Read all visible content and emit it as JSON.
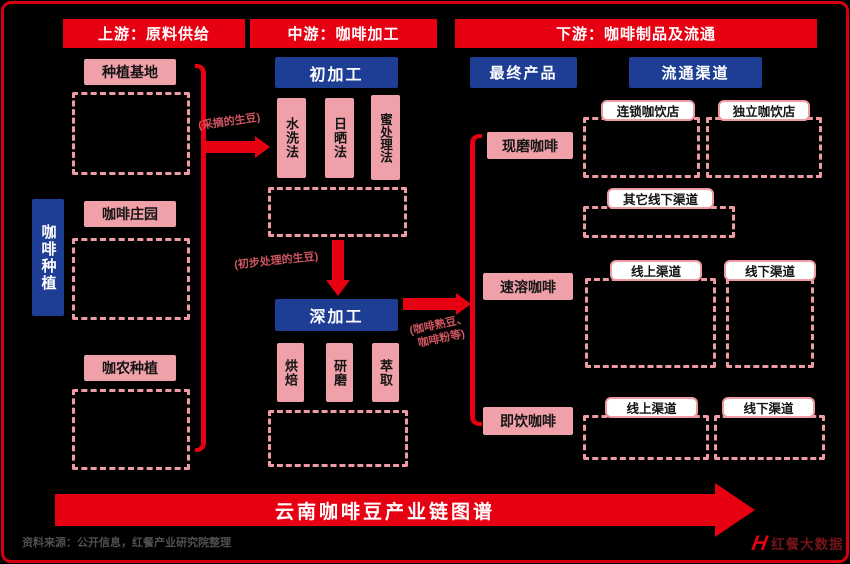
{
  "banners": {
    "upstream": "上游：原料供给",
    "midstream": "中游：咖啡加工",
    "downstream": "下游：咖啡制品及流通"
  },
  "left": {
    "side_label": "咖啡种植",
    "items": [
      "种植基地",
      "咖啡庄园",
      "咖农种植"
    ]
  },
  "middle": {
    "primary_header": "初加工",
    "primary_methods": [
      "水洗法",
      "日晒法",
      "蜜处理法"
    ],
    "note_picked": "(采摘的生豆)",
    "note_processed": "(初步处理的生豆)",
    "note_output_line1": "(咖啡熟豆、",
    "note_output_line2": "咖啡粉等)",
    "deep_header": "深加工",
    "deep_methods": [
      "烘焙",
      "研磨",
      "萃取"
    ]
  },
  "right": {
    "products_header": "最终产品",
    "channels_header": "流通渠道",
    "products": [
      "现磨咖啡",
      "速溶咖啡",
      "即饮咖啡"
    ],
    "channel_rows": [
      [
        "连锁咖饮店",
        "独立咖饮店",
        "其它线下渠道"
      ],
      [
        "线上渠道",
        "线下渠道"
      ],
      [
        "线上渠道",
        "线下渠道"
      ]
    ]
  },
  "footer": {
    "title": "云南咖啡豆产业链图谱",
    "source": "资料来源：公开信息，红餐产业研究院整理",
    "logo_glyph": "H",
    "logo_text": "红餐大数据"
  },
  "colors": {
    "accent_red": "#e60012",
    "header_blue": "#1e3d94",
    "pink_fill": "#f0a0a8",
    "pink_border": "#ee9ba4",
    "note_pink": "#cf5560",
    "background": "#000000"
  }
}
